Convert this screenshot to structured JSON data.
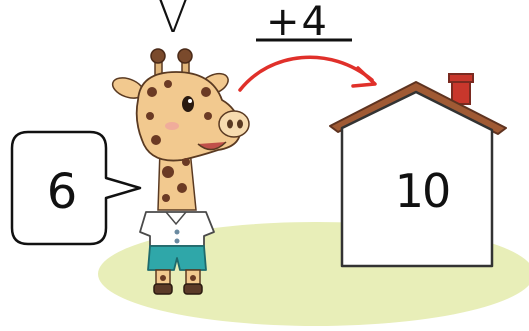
{
  "labels": {
    "top_mark": "V",
    "operation": "+4",
    "start_value": "6",
    "end_value": "10"
  },
  "colors": {
    "arrow": "#e0302a",
    "ground": "#e8eeb8",
    "roof": "#a05a34",
    "chimney": "#c8372c",
    "giraffe_body": "#f2c98f",
    "giraffe_spots": "#6b3a24",
    "shorts": "#2fa7a9",
    "shirt": "#ffffff"
  },
  "icons": {
    "character": "giraffe-icon",
    "target": "house-icon",
    "speech": "speech-bubble-icon",
    "arrow": "curved-arrow-icon"
  }
}
